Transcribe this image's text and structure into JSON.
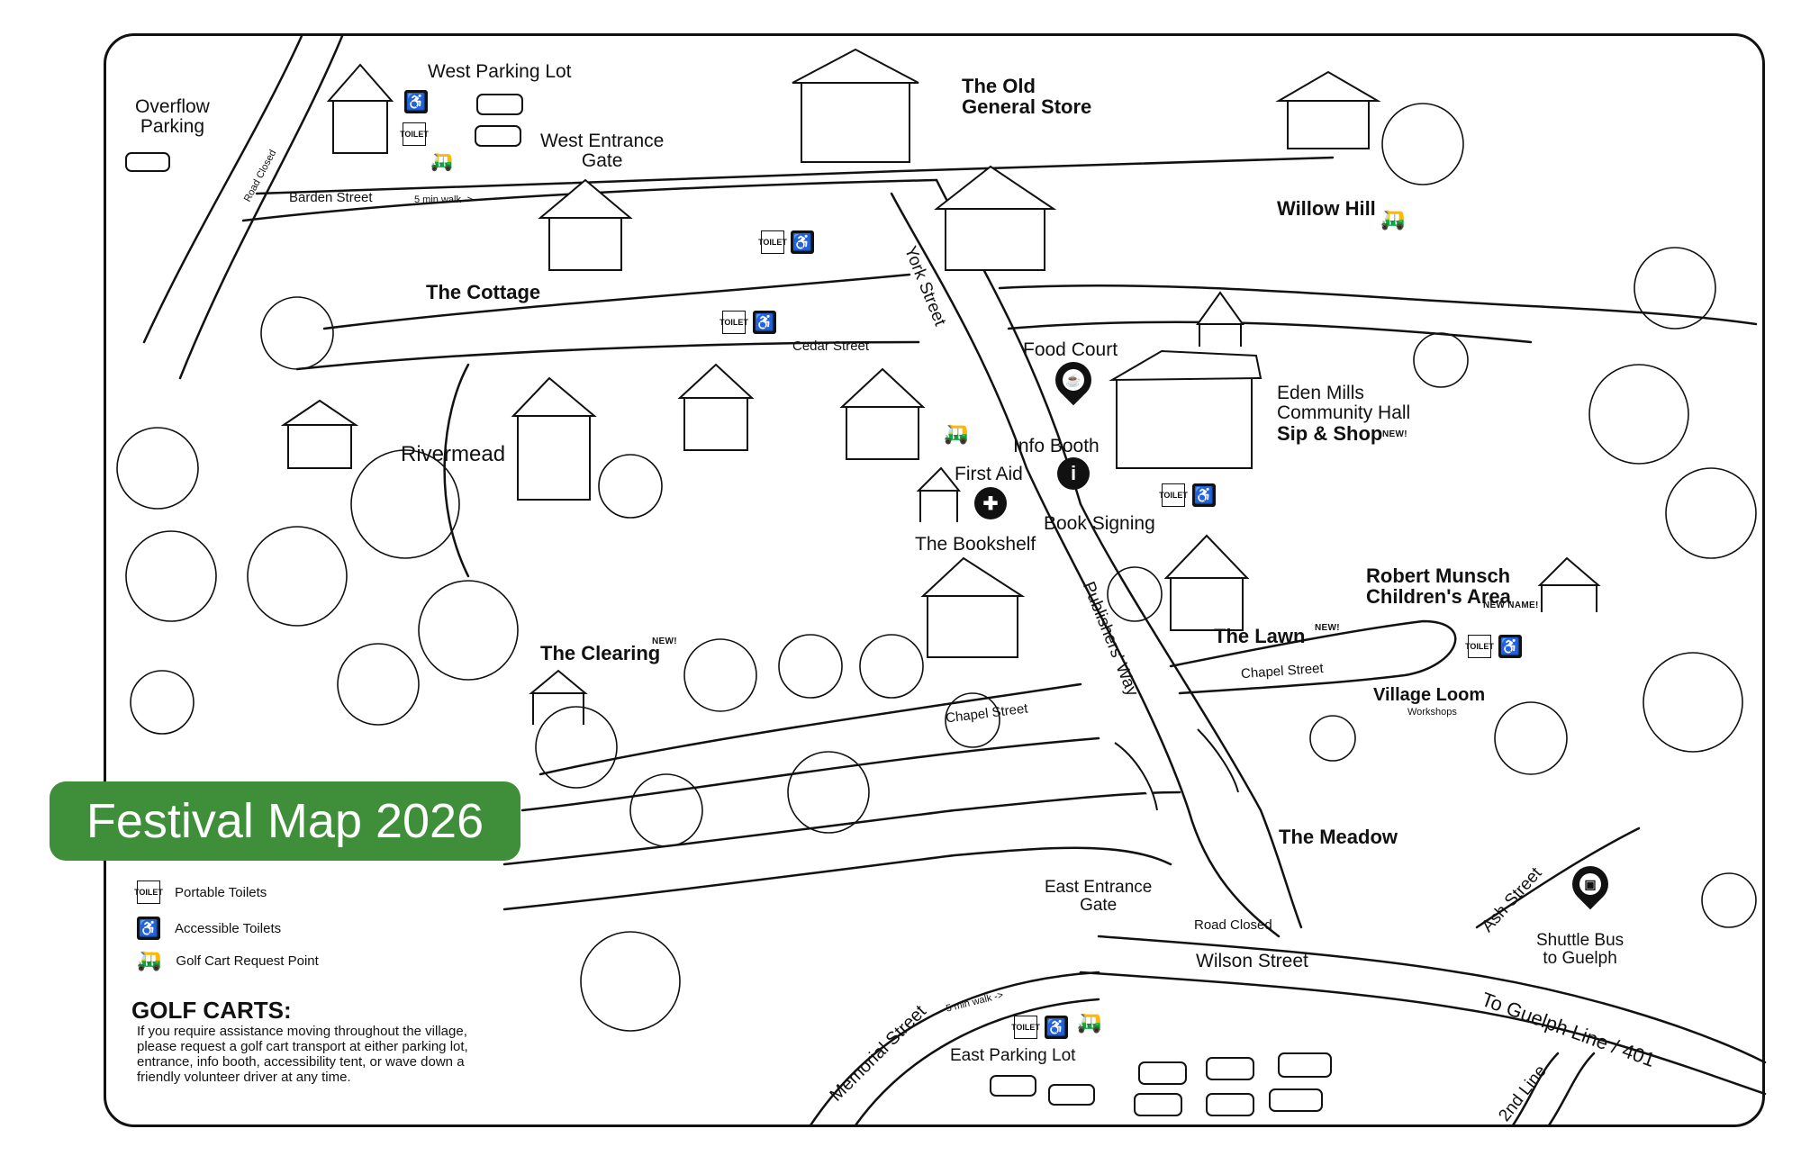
{
  "badge": {
    "title": "Festival Map 2026"
  },
  "colors": {
    "badge_green": "#3f8f3a",
    "ink": "#111111"
  },
  "places": {
    "overflow_parking": "Overflow\nParking",
    "west_parking_lot": "West Parking Lot",
    "west_entrance_gate": "West Entrance\nGate",
    "old_general_store": "The Old\nGeneral Store",
    "willow_hill": "Willow Hill",
    "the_cottage": "The Cottage",
    "food_court": "Food Court",
    "eden_mills_hall": "Eden Mills\nCommunity Hall",
    "sip_and_shop": "Sip & Shop",
    "new_tag": "NEW!",
    "info_booth": "Info Booth",
    "rivermead": "Rivermead",
    "first_aid": "First Aid",
    "book_signing": "Book Signing",
    "the_bookshelf": "The Bookshelf",
    "robert_munsch": "Robert Munsch\nChildren's Area",
    "new_name_tag": "NEW NAME!",
    "the_clearing": "The Clearing",
    "the_lawn": "The Lawn",
    "village_loom": "Village Loom",
    "workshops": "Workshops",
    "the_meadow": "The Meadow",
    "east_entrance_gate": "East Entrance\nGate",
    "road_closed": "Road Closed",
    "shuttle_bus": "Shuttle Bus\nto Guelph",
    "east_parking_lot": "East Parking Lot"
  },
  "streets": {
    "road_closed_nw": "Road Closed",
    "barden_street": "Barden Street",
    "five_min_walk_west": "5 min walk ->",
    "york_street": "York Street",
    "cedar_street": "Cedar Street",
    "publishers_way": "Publishers' Way",
    "chapel_street_west": "Chapel Street",
    "chapel_street_east": "Chapel Street",
    "ash_street": "Ash Street",
    "wilson_street": "Wilson Street",
    "memorial_street": "Memorial Street",
    "five_min_walk_east": "5 min walk ->",
    "to_guelph_line": "To Guelph Line / 401",
    "second_line": "2nd Line"
  },
  "icons": {
    "toilet_label": "TOILET",
    "accessible_symbol": "♿",
    "info_symbol": "i",
    "first_aid_symbol": "✚"
  },
  "legend": {
    "portable_toilets": "Portable Toilets",
    "accessible_toilets": "Accessible Toilets",
    "golf_cart_request": "Golf Cart Request Point"
  },
  "golf_carts": {
    "heading": "GOLF CARTS:",
    "text": "If you require assistance moving throughout the village, please request a golf cart transport at either parking lot, entrance, info booth, accessibility tent, or wave down a friendly volunteer driver at any time."
  }
}
